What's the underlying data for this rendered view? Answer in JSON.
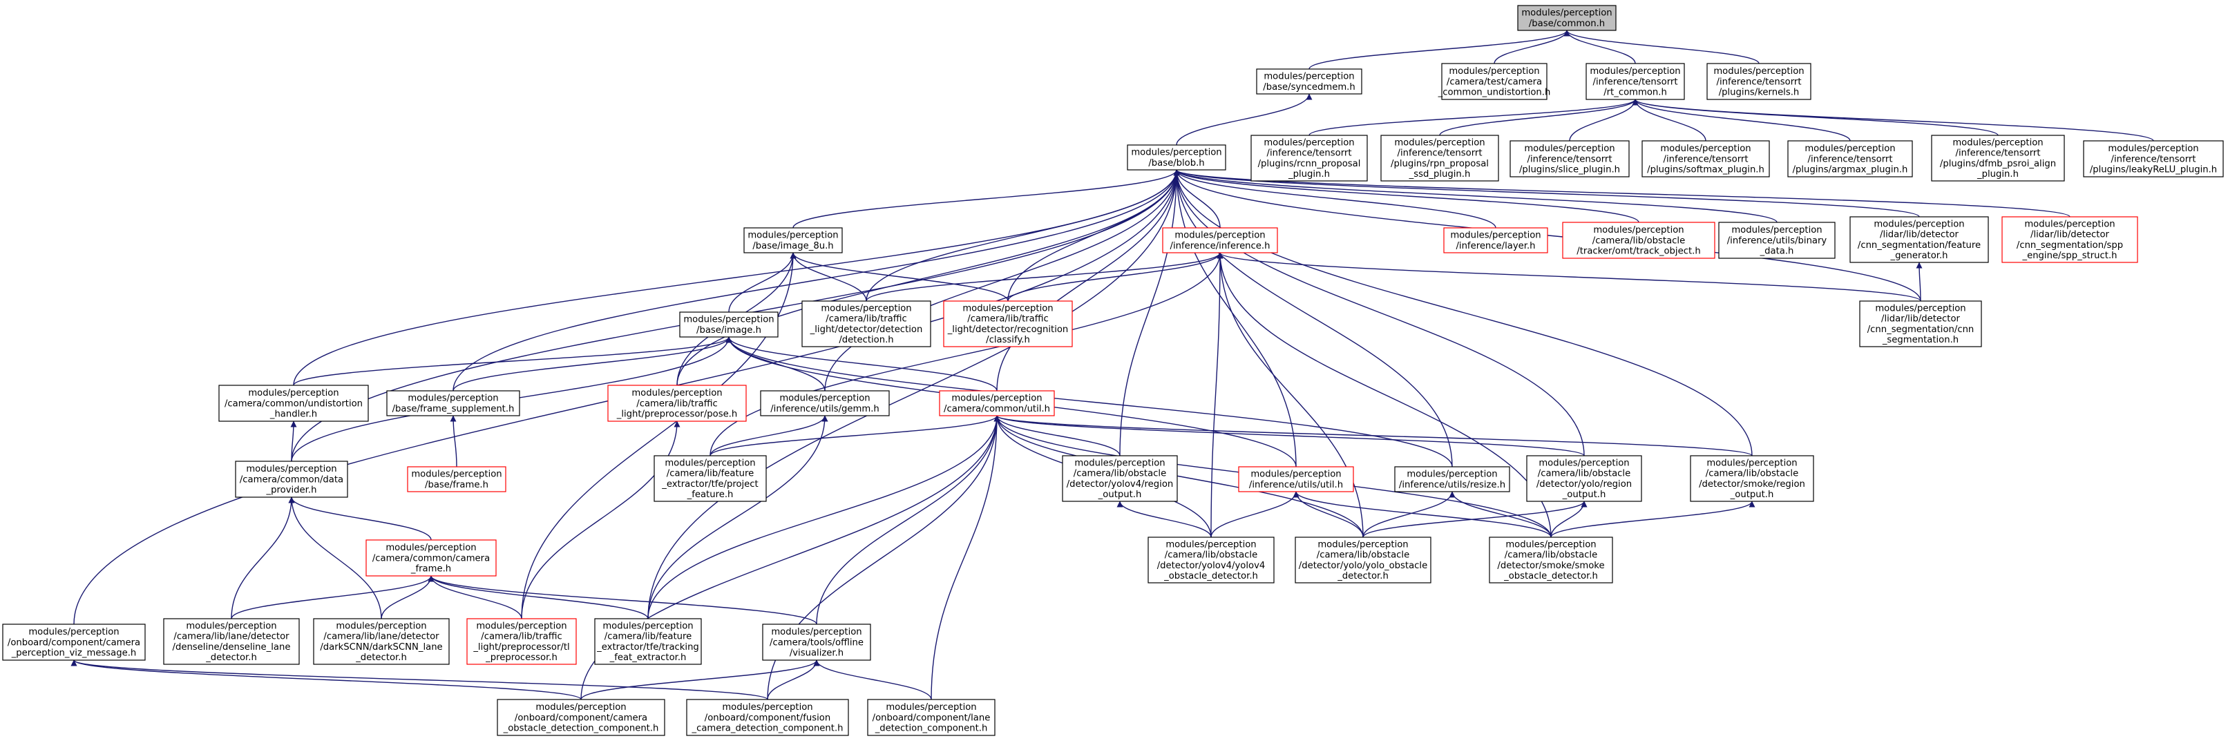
{
  "colors": {
    "background": "#ffffff",
    "edge": "#191970",
    "root_fill": "#bfbfbf",
    "root_border": "#000000",
    "node_fill": "#ffffff",
    "node_border": "#000000",
    "incomplete_border": "#ff0000",
    "text": "#000000"
  },
  "nodes": [
    {
      "id": "base_common",
      "style": "root",
      "lines": [
        "modules/perception",
        "/base/common.h"
      ]
    },
    {
      "id": "base_syncedmem",
      "style": "normal",
      "lines": [
        "modules/perception",
        "/base/syncedmem.h"
      ]
    },
    {
      "id": "camera_test_undist",
      "style": "normal",
      "lines": [
        "modules/perception",
        "/camera/test/camera",
        "_common_undistortion.h"
      ]
    },
    {
      "id": "rt_common",
      "style": "normal",
      "lines": [
        "modules/perception",
        "/inference/tensorrt",
        "/rt_common.h"
      ]
    },
    {
      "id": "plugins_kernels",
      "style": "normal",
      "lines": [
        "modules/perception",
        "/inference/tensorrt",
        "/plugins/kernels.h"
      ]
    },
    {
      "id": "base_blob",
      "style": "normal",
      "lines": [
        "modules/perception",
        "/base/blob.h"
      ]
    },
    {
      "id": "rcnn_proposal",
      "style": "normal",
      "lines": [
        "modules/perception",
        "/inference/tensorrt",
        "/plugins/rcnn_proposal",
        "_plugin.h"
      ]
    },
    {
      "id": "rpn_proposal",
      "style": "normal",
      "lines": [
        "modules/perception",
        "/inference/tensorrt",
        "/plugins/rpn_proposal",
        "_ssd_plugin.h"
      ]
    },
    {
      "id": "slice_plugin",
      "style": "normal",
      "lines": [
        "modules/perception",
        "/inference/tensorrt",
        "/plugins/slice_plugin.h"
      ]
    },
    {
      "id": "softmax_plugin",
      "style": "normal",
      "lines": [
        "modules/perception",
        "/inference/tensorrt",
        "/plugins/softmax_plugin.h"
      ]
    },
    {
      "id": "argmax_plugin",
      "style": "normal",
      "lines": [
        "modules/perception",
        "/inference/tensorrt",
        "/plugins/argmax_plugin.h"
      ]
    },
    {
      "id": "dfmb_plugin",
      "style": "normal",
      "lines": [
        "modules/perception",
        "/inference/tensorrt",
        "/plugins/dfmb_psroi_align",
        "_plugin.h"
      ]
    },
    {
      "id": "leakyrelu_plugin",
      "style": "normal",
      "lines": [
        "modules/perception",
        "/inference/tensorrt",
        "/plugins/leakyReLU_plugin.h"
      ]
    },
    {
      "id": "base_image8u",
      "style": "normal",
      "lines": [
        "modules/perception",
        "/base/image_8u.h"
      ]
    },
    {
      "id": "inference_h",
      "style": "incomplete",
      "lines": [
        "modules/perception",
        "/inference/inference.h"
      ]
    },
    {
      "id": "inference_layer",
      "style": "incomplete",
      "lines": [
        "modules/perception",
        "/inference/layer.h"
      ]
    },
    {
      "id": "omt_track_object",
      "style": "incomplete",
      "lines": [
        "modules/perception",
        "/camera/lib/obstacle",
        "/tracker/omt/track_object.h"
      ]
    },
    {
      "id": "utils_binary",
      "style": "normal",
      "lines": [
        "modules/perception",
        "/inference/utils/binary",
        "_data.h"
      ]
    },
    {
      "id": "cnnseg_feature",
      "style": "normal",
      "lines": [
        "modules/perception",
        "/lidar/lib/detector",
        "/cnn_segmentation/feature",
        "_generator.h"
      ]
    },
    {
      "id": "spp_struct",
      "style": "incomplete",
      "lines": [
        "modules/perception",
        "/lidar/lib/detector",
        "/cnn_segmentation/spp",
        "_engine/spp_struct.h"
      ]
    },
    {
      "id": "tl_detection",
      "style": "normal",
      "lines": [
        "modules/perception",
        "/camera/lib/traffic",
        "_light/detector/detection",
        "/detection.h"
      ]
    },
    {
      "id": "tl_classify",
      "style": "incomplete",
      "lines": [
        "modules/perception",
        "/camera/lib/traffic",
        "_light/detector/recognition",
        "/classify.h"
      ]
    },
    {
      "id": "cnn_segmentation",
      "style": "normal",
      "lines": [
        "modules/perception",
        "/lidar/lib/detector",
        "/cnn_segmentation/cnn",
        "_segmentation.h"
      ]
    },
    {
      "id": "base_image",
      "style": "normal",
      "lines": [
        "modules/perception",
        "/base/image.h"
      ]
    },
    {
      "id": "undist_handler",
      "style": "normal",
      "lines": [
        "modules/perception",
        "/camera/common/undistortion",
        "_handler.h"
      ]
    },
    {
      "id": "frame_supplement",
      "style": "normal",
      "lines": [
        "modules/perception",
        "/base/frame_supplement.h"
      ]
    },
    {
      "id": "tl_pose",
      "style": "incomplete",
      "lines": [
        "modules/perception",
        "/camera/lib/traffic",
        "_light/preprocessor/pose.h"
      ]
    },
    {
      "id": "utils_gemm",
      "style": "normal",
      "lines": [
        "modules/perception",
        "/inference/utils/gemm.h"
      ]
    },
    {
      "id": "common_util",
      "style": "incomplete",
      "lines": [
        "modules/perception",
        "/camera/common/util.h"
      ]
    },
    {
      "id": "base_frame",
      "style": "incomplete",
      "lines": [
        "modules/perception",
        "/base/frame.h"
      ]
    },
    {
      "id": "data_provider",
      "style": "normal",
      "lines": [
        "modules/perception",
        "/camera/common/data",
        "_provider.h"
      ]
    },
    {
      "id": "tfe_project",
      "style": "normal",
      "lines": [
        "modules/perception",
        "/camera/lib/feature",
        "_extractor/tfe/project",
        "_feature.h"
      ]
    },
    {
      "id": "yolov4_region",
      "style": "normal",
      "lines": [
        "modules/perception",
        "/camera/lib/obstacle",
        "/detector/yolov4/region",
        "_output.h"
      ]
    },
    {
      "id": "utils_util",
      "style": "incomplete",
      "lines": [
        "modules/perception",
        "/inference/utils/util.h"
      ]
    },
    {
      "id": "utils_resize",
      "style": "normal",
      "lines": [
        "modules/perception",
        "/inference/utils/resize.h"
      ]
    },
    {
      "id": "yolo_region",
      "style": "normal",
      "lines": [
        "modules/perception",
        "/camera/lib/obstacle",
        "/detector/yolo/region",
        "_output.h"
      ]
    },
    {
      "id": "smoke_region",
      "style": "normal",
      "lines": [
        "modules/perception",
        "/camera/lib/obstacle",
        "/detector/smoke/region",
        "_output.h"
      ]
    },
    {
      "id": "camera_frame",
      "style": "incomplete",
      "lines": [
        "modules/perception",
        "/camera/common/camera",
        "_frame.h"
      ]
    },
    {
      "id": "yolov4_detector",
      "style": "normal",
      "lines": [
        "modules/perception",
        "/camera/lib/obstacle",
        "/detector/yolov4/yolov4",
        "_obstacle_detector.h"
      ]
    },
    {
      "id": "yolo_detector",
      "style": "normal",
      "lines": [
        "modules/perception",
        "/camera/lib/obstacle",
        "/detector/yolo/yolo_obstacle",
        "_detector.h"
      ]
    },
    {
      "id": "smoke_detector",
      "style": "normal",
      "lines": [
        "modules/perception",
        "/camera/lib/obstacle",
        "/detector/smoke/smoke",
        "_obstacle_detector.h"
      ]
    },
    {
      "id": "viz_message",
      "style": "normal",
      "lines": [
        "modules/perception",
        "/onboard/component/camera",
        "_perception_viz_message.h"
      ]
    },
    {
      "id": "denseline",
      "style": "normal",
      "lines": [
        "modules/perception",
        "/camera/lib/lane/detector",
        "/denseline/denseline_lane",
        "_detector.h"
      ]
    },
    {
      "id": "darkscnn",
      "style": "normal",
      "lines": [
        "modules/perception",
        "/camera/lib/lane/detector",
        "/darkSCNN/darkSCNN_lane",
        "_detector.h"
      ]
    },
    {
      "id": "tl_preprocessor",
      "style": "incomplete",
      "lines": [
        "modules/perception",
        "/camera/lib/traffic",
        "_light/preprocessor/tl",
        "_preprocessor.h"
      ]
    },
    {
      "id": "tfe_tracking",
      "style": "normal",
      "lines": [
        "modules/perception",
        "/camera/lib/feature",
        "_extractor/tfe/tracking",
        "_feat_extractor.h"
      ]
    },
    {
      "id": "offline_visualizer",
      "style": "normal",
      "lines": [
        "modules/perception",
        "/camera/tools/offline",
        "/visualizer.h"
      ]
    },
    {
      "id": "camera_obstacle_component",
      "style": "normal",
      "lines": [
        "modules/perception",
        "/onboard/component/camera",
        "_obstacle_detection_component.h"
      ]
    },
    {
      "id": "fusion_camera_component",
      "style": "normal",
      "lines": [
        "modules/perception",
        "/onboard/component/fusion",
        "_camera_detection_component.h"
      ]
    },
    {
      "id": "lane_component",
      "style": "normal",
      "lines": [
        "modules/perception",
        "/onboard/component/lane",
        "_detection_component.h"
      ]
    }
  ],
  "edges": [
    [
      "base_syncedmem",
      "base_common"
    ],
    [
      "camera_test_undist",
      "base_common"
    ],
    [
      "rt_common",
      "base_common"
    ],
    [
      "plugins_kernels",
      "base_common"
    ],
    [
      "base_blob",
      "base_syncedmem"
    ],
    [
      "rcnn_proposal",
      "rt_common"
    ],
    [
      "rpn_proposal",
      "rt_common"
    ],
    [
      "slice_plugin",
      "rt_common"
    ],
    [
      "softmax_plugin",
      "rt_common"
    ],
    [
      "argmax_plugin",
      "rt_common"
    ],
    [
      "dfmb_plugin",
      "rt_common"
    ],
    [
      "leakyrelu_plugin",
      "rt_common"
    ],
    [
      "base_image8u",
      "base_blob"
    ],
    [
      "inference_h",
      "base_blob"
    ],
    [
      "inference_layer",
      "base_blob"
    ],
    [
      "omt_track_object",
      "base_blob"
    ],
    [
      "utils_binary",
      "base_blob"
    ],
    [
      "cnnseg_feature",
      "base_blob"
    ],
    [
      "spp_struct",
      "base_blob"
    ],
    [
      "tl_detection",
      "base_blob"
    ],
    [
      "tl_classify",
      "base_blob"
    ],
    [
      "cnn_segmentation",
      "base_blob"
    ],
    [
      "undist_handler",
      "base_blob"
    ],
    [
      "frame_supplement",
      "base_blob"
    ],
    [
      "tl_pose",
      "base_blob"
    ],
    [
      "utils_gemm",
      "base_blob"
    ],
    [
      "common_util",
      "base_blob"
    ],
    [
      "data_provider",
      "base_blob"
    ],
    [
      "viz_message",
      "base_blob"
    ],
    [
      "tfe_tracking",
      "base_blob"
    ],
    [
      "yolov4_region",
      "base_blob"
    ],
    [
      "utils_util",
      "base_blob"
    ],
    [
      "utils_resize",
      "base_blob"
    ],
    [
      "yolo_region",
      "base_blob"
    ],
    [
      "smoke_region",
      "base_blob"
    ],
    [
      "base_image",
      "base_image8u"
    ],
    [
      "tl_detection",
      "base_image8u"
    ],
    [
      "tl_classify",
      "base_image8u"
    ],
    [
      "tl_preprocessor",
      "base_image8u"
    ],
    [
      "tl_pose",
      "base_image8u"
    ],
    [
      "tl_detection",
      "inference_h"
    ],
    [
      "tl_classify",
      "inference_h"
    ],
    [
      "cnn_segmentation",
      "inference_h"
    ],
    [
      "tfe_project",
      "inference_h"
    ],
    [
      "yolov4_detector",
      "inference_h"
    ],
    [
      "yolo_detector",
      "inference_h"
    ],
    [
      "smoke_detector",
      "inference_h"
    ],
    [
      "cnn_segmentation",
      "cnnseg_feature"
    ],
    [
      "undist_handler",
      "base_image"
    ],
    [
      "frame_supplement",
      "base_image"
    ],
    [
      "utils_gemm",
      "base_image"
    ],
    [
      "common_util",
      "base_image"
    ],
    [
      "data_provider",
      "base_image"
    ],
    [
      "utils_util",
      "base_image"
    ],
    [
      "utils_resize",
      "base_image"
    ],
    [
      "data_provider",
      "undist_handler"
    ],
    [
      "base_frame",
      "frame_supplement"
    ],
    [
      "tl_preprocessor",
      "tl_pose"
    ],
    [
      "tfe_project",
      "utils_gemm"
    ],
    [
      "tfe_tracking",
      "utils_gemm"
    ],
    [
      "tfe_project",
      "common_util"
    ],
    [
      "tfe_tracking",
      "common_util"
    ],
    [
      "yolov4_region",
      "common_util"
    ],
    [
      "yolov4_detector",
      "common_util"
    ],
    [
      "yolo_detector",
      "common_util"
    ],
    [
      "smoke_detector",
      "common_util"
    ],
    [
      "yolo_region",
      "common_util"
    ],
    [
      "smoke_region",
      "common_util"
    ],
    [
      "offline_visualizer",
      "common_util"
    ],
    [
      "camera_obstacle_component",
      "common_util"
    ],
    [
      "fusion_camera_component",
      "common_util"
    ],
    [
      "lane_component",
      "common_util"
    ],
    [
      "camera_frame",
      "data_provider"
    ],
    [
      "denseline",
      "data_provider"
    ],
    [
      "darkscnn",
      "data_provider"
    ],
    [
      "yolov4_detector",
      "yolov4_region"
    ],
    [
      "yolov4_detector",
      "utils_util"
    ],
    [
      "yolo_detector",
      "utils_util"
    ],
    [
      "smoke_detector",
      "utils_util"
    ],
    [
      "yolo_detector",
      "utils_resize"
    ],
    [
      "smoke_detector",
      "utils_resize"
    ],
    [
      "yolo_detector",
      "yolo_region"
    ],
    [
      "smoke_detector",
      "yolo_region"
    ],
    [
      "smoke_detector",
      "smoke_region"
    ],
    [
      "denseline",
      "camera_frame"
    ],
    [
      "darkscnn",
      "camera_frame"
    ],
    [
      "tl_preprocessor",
      "camera_frame"
    ],
    [
      "tfe_tracking",
      "camera_frame"
    ],
    [
      "offline_visualizer",
      "camera_frame"
    ],
    [
      "camera_obstacle_component",
      "offline_visualizer"
    ],
    [
      "fusion_camera_component",
      "offline_visualizer"
    ],
    [
      "lane_component",
      "offline_visualizer"
    ],
    [
      "camera_obstacle_component",
      "viz_message"
    ],
    [
      "fusion_camera_component",
      "viz_message"
    ]
  ]
}
